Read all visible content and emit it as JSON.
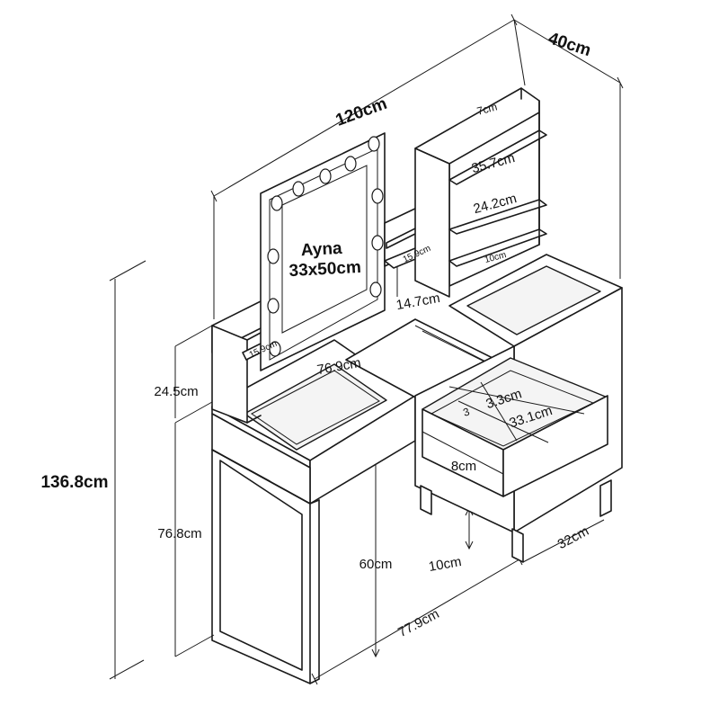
{
  "diagram": {
    "mirror": {
      "title": "Ayna",
      "size": "33x50cm"
    },
    "dimensions": {
      "width_total": "120cm",
      "depth_total": "40cm",
      "height_total": "136.8cm",
      "desk_height": "76.8cm",
      "upper_back_height": "24.5cm",
      "top_shelf_gap": "7cm",
      "shelf_width": "35.7cm",
      "shelf_gap_mid": "24.2cm",
      "shelf_gap_low": "10cm",
      "small_shelf": "15.9cm",
      "small_shelf_left": "15.9cm",
      "riser_height": "14.7cm",
      "desk_width": "76.9cm",
      "drawer_inner_a": "3.3cm",
      "drawer_inner_a_prefix": "3",
      "drawer_inner_b": "33.1cm",
      "drawer_height": "8cm",
      "leg_clearance": "10cm",
      "knee_height": "60cm",
      "cabinet_width": "77.9cm",
      "cabinet_depth": "32cm"
    }
  }
}
